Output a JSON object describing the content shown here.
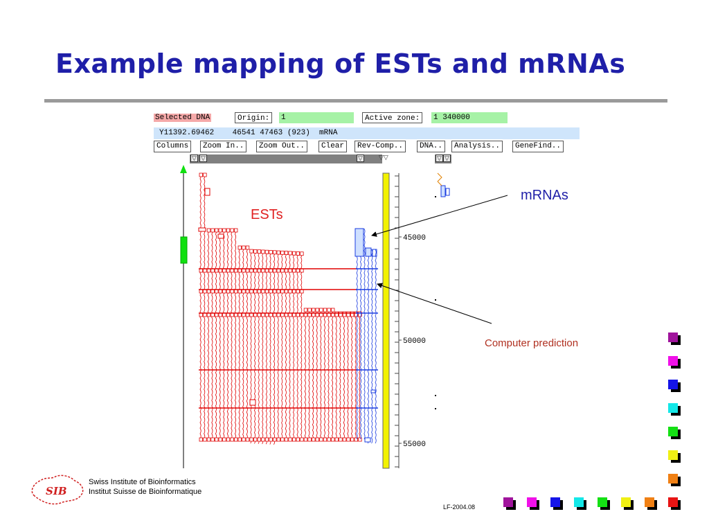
{
  "slide": {
    "title": "Example mapping of ESTs and mRNAs",
    "footer_line1": "Swiss Institute of Bioinformatics",
    "footer_line2": "Institut Suisse de Bioinformatique",
    "slide_id": "LF-2004.08",
    "logo_text": "SIB",
    "bullet_colors": [
      "#a0149c",
      "#f010e8",
      "#1414e8",
      "#14e8e8",
      "#14e014",
      "#f0f014",
      "#f08014",
      "#e81414"
    ],
    "right_squares_colors": [
      "#a0149c",
      "#f010e8",
      "#1414e8",
      "#14e8e8",
      "#14e014",
      "#f0f014",
      "#f08014",
      "#e81414"
    ]
  },
  "app": {
    "selected_dna_label": "Selected DNA",
    "origin_label": "Origin:",
    "origin_value": "1",
    "active_zone_label": "Active zone:",
    "active_zone_value": "1 340000",
    "info_line": "Y11392.69462    46541 47463 (923)  mRNA",
    "buttons": {
      "columns": "Columns",
      "zoom_in": "Zoom In..",
      "zoom_out": "Zoom Out..",
      "clear": "Clear",
      "rev_comp": "Rev-Comp..",
      "dna": "DNA..",
      "analysis": "Analysis..",
      "genefind": "GeneFind.."
    },
    "ruler_ticks": [
      "45000",
      "50000",
      "55000"
    ],
    "track_colors": {
      "est": "#e00000",
      "mrna": "#1a3ce0",
      "prediction": "#e0a000",
      "axis_bar": "#f2f200",
      "locator": "#10e010"
    }
  },
  "annotations": {
    "ests": "ESTs",
    "mrnas": "mRNAs",
    "prediction": "Computer prediction"
  }
}
